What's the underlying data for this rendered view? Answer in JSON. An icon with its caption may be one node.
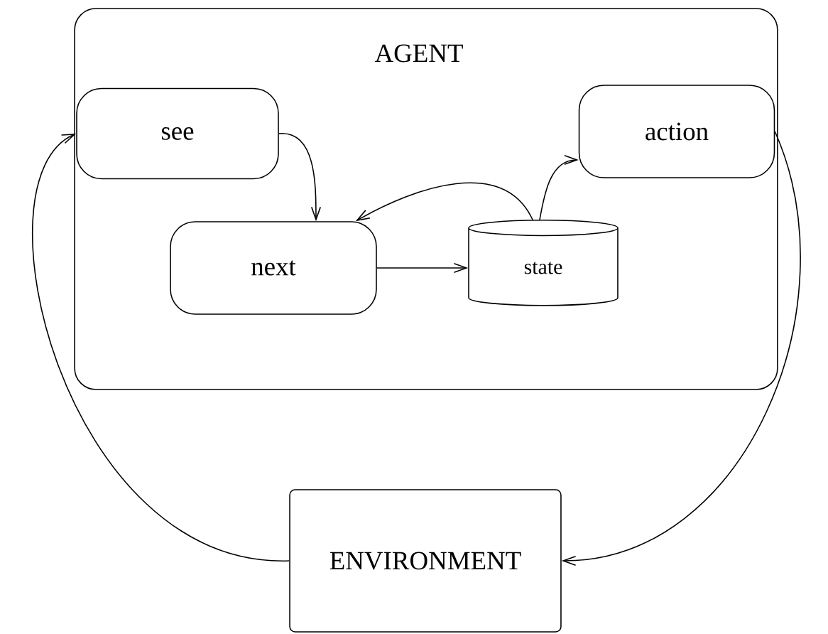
{
  "diagram": {
    "nodes": [
      {
        "text": [
          "AGENT"
        ]
      },
      {
        "text": [
          "see"
        ],
        "in": 0
      },
      {
        "text": [
          "action"
        ],
        "in": 0
      },
      {
        "text": [
          "next"
        ],
        "in": 0
      },
      {
        "text": [
          "state"
        ],
        "in": 0
      },
      {
        "text": [
          "ENVIRONMENT"
        ]
      }
    ],
    "edges": [
      {
        "from": 1,
        "to": 3,
        "arrow": "to"
      },
      {
        "from": 4,
        "to": 3,
        "arrow": "to"
      },
      {
        "from": 3,
        "to": 4,
        "arrow": "to"
      },
      {
        "from": 4,
        "to": 2,
        "arrow": "to"
      },
      {
        "from": 2,
        "to": 5,
        "arrow": "to"
      },
      {
        "from": 5,
        "to": 1,
        "arrow": "to"
      }
    ]
  }
}
